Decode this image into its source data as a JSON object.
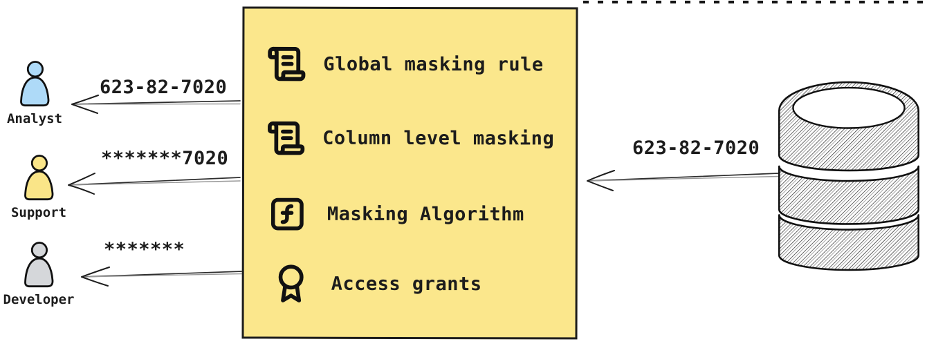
{
  "diagram": {
    "bg_color": "#ffffff",
    "text_color": "#1c1c1c",
    "accent_box_color": "#FBE78C",
    "outline_color": "#1d1d1d"
  },
  "personas": [
    {
      "name": "Analyst",
      "icon": "person-icon",
      "color": "#AEDAF8",
      "received_value": "623-82-7020"
    },
    {
      "name": "Support",
      "icon": "person-icon",
      "color": "#FAE588",
      "received_value": "*******7020"
    },
    {
      "name": "Developer",
      "icon": "person-icon",
      "color": "#D5D7DA",
      "received_value": "*******"
    }
  ],
  "masking_box": {
    "items": [
      {
        "icon": "scroll-icon",
        "label": "Global masking rule"
      },
      {
        "icon": "scroll-icon",
        "label": "Column level masking"
      },
      {
        "icon": "function-square-icon",
        "label": "Masking Algorithm"
      },
      {
        "icon": "award-icon",
        "label": "Access grants"
      }
    ]
  },
  "database": {
    "icon": "database-cylinder-icon",
    "outgoing_value": "623-82-7020"
  }
}
